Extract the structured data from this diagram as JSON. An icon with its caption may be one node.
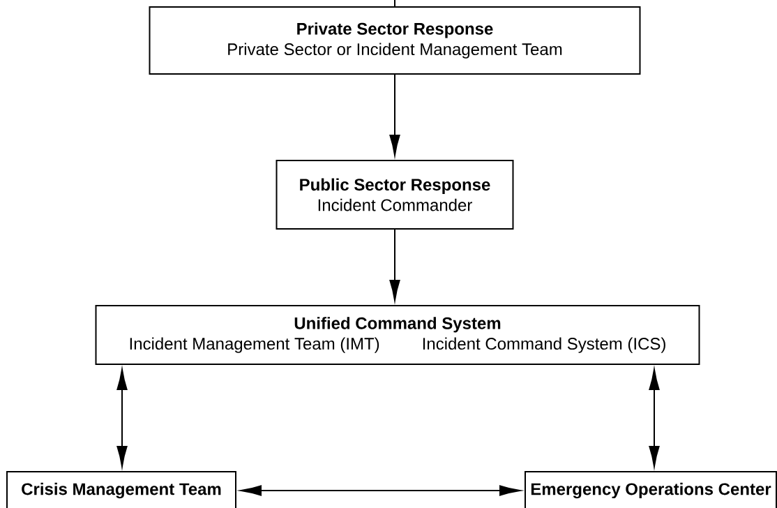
{
  "diagram": {
    "nodes": [
      {
        "text": [
          "Private Sector Response",
          "Private Sector or Incident Management Team"
        ]
      },
      {
        "text": [
          "Public Sector Response",
          "Incident Commander"
        ]
      },
      {
        "text": [
          "Unified Command System",
          "Incident Management Team (IMT)",
          "Incident Command System (ICS)"
        ]
      },
      {
        "text": [
          "Crisis Management Team"
        ]
      },
      {
        "text": [
          "Emergency Operations Center"
        ]
      }
    ],
    "edges": [
      {
        "from": null,
        "to": 0,
        "arrow": "none"
      },
      {
        "from": 0,
        "to": 1,
        "arrow": "to"
      },
      {
        "from": 1,
        "to": 2,
        "arrow": "to"
      },
      {
        "from": 2,
        "to": 3,
        "arrow": "both"
      },
      {
        "from": 2,
        "to": 4,
        "arrow": "both"
      },
      {
        "from": 3,
        "to": 4,
        "arrow": "both"
      }
    ]
  }
}
